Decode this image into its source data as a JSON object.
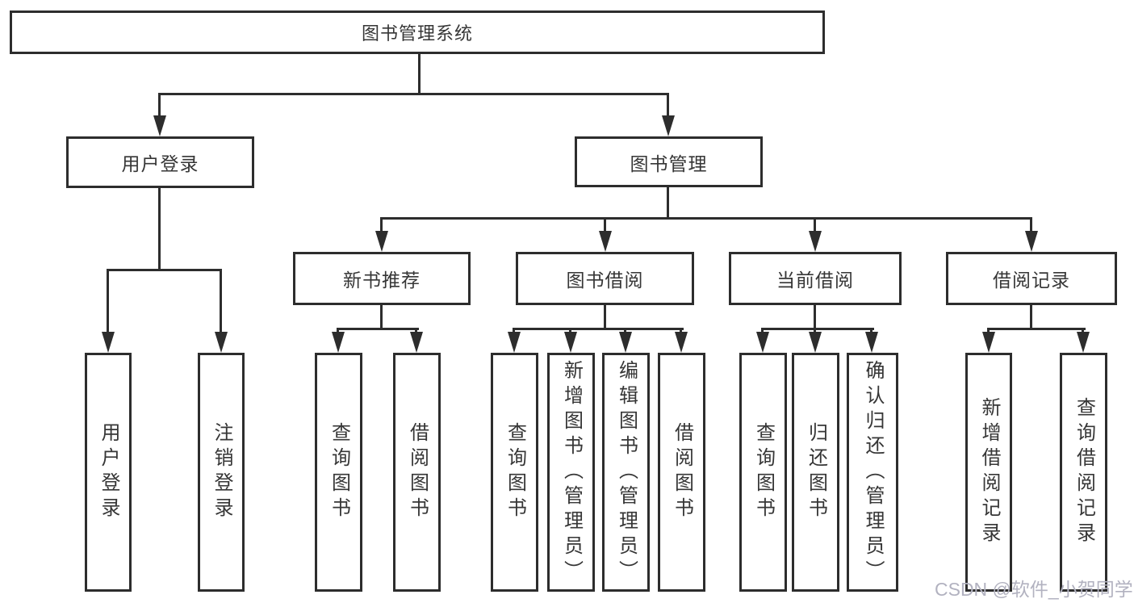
{
  "diagram": {
    "nodes": {
      "root": "图书管理系统",
      "user_login": "用户登录",
      "book_mgmt": "图书管理",
      "new_books": "新书推荐",
      "book_borrow": "图书借阅",
      "current_borrow": "当前借阅",
      "borrow_records": "借阅记录",
      "leaf_user_login": "用户登录",
      "leaf_logout": "注销登录",
      "leaf_nb_query": "查询图书",
      "leaf_nb_borrow": "借阅图书",
      "leaf_bb_query": "查询图书",
      "leaf_bb_add": "新增图书（管理员）",
      "leaf_bb_edit": "编辑图书（管理员）",
      "leaf_bb_borrow": "借阅图书",
      "leaf_cb_query": "查询图书",
      "leaf_cb_return": "归还图书",
      "leaf_cb_confirm": "确认归还（管理员）",
      "leaf_br_add": "新增借阅记录",
      "leaf_br_query": "查询借阅记录"
    },
    "watermark": "CSDN @软件_小贺同学",
    "colors": {
      "line": "#2d2d2d",
      "text": "#363636",
      "watermark": "#b2b2c0",
      "background": "#ffffff"
    }
  }
}
